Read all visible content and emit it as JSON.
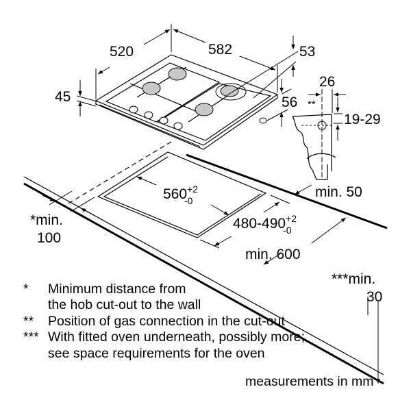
{
  "dimensions": {
    "hob_depth": "520",
    "hob_width": "582",
    "rear_offset": "53",
    "hob_height": "45",
    "side_offset": "56",
    "gas_connection_x": "26",
    "gas_connection_marker": "**",
    "gas_connection_y": "19-29",
    "min_rear": "min. 50",
    "cutout_width": "560",
    "cutout_width_tol_plus": "+2",
    "cutout_width_tol_minus": "-0",
    "cutout_depth": "480-490",
    "cutout_depth_tol_plus": "+2",
    "cutout_depth_tol_minus": "-0",
    "min_wall_line1": "*min.",
    "min_wall_line2": "100",
    "min_worktop": "min. 600",
    "min_front_line1": "***min.",
    "min_front_line2": "30"
  },
  "legend": [
    {
      "marker": "*",
      "lines": [
        "Minimum distance from",
        "the hob cut-out to the wall"
      ]
    },
    {
      "marker": "**",
      "lines": [
        "Position of gas connection in the cut-out"
      ]
    },
    {
      "marker": "***",
      "lines": [
        "With fitted oven underneath, possibly more;",
        "see space requirements for the oven"
      ]
    }
  ],
  "units_note": "measurements in mm"
}
